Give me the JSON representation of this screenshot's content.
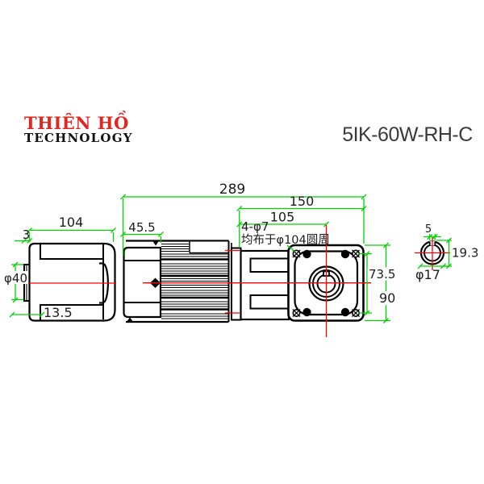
{
  "brand": {
    "line1": "THIÊN HỒ",
    "line2": "TECHNOLOGY"
  },
  "title": "5IK-60W-RH-C",
  "drawing": {
    "dims": {
      "overall_length": "289",
      "gearhead_length": "150",
      "shaft_center_offset": "105",
      "rear_housing_length": "45.5",
      "rear_view_width": "104",
      "rear_step": "3",
      "rear_boss_dia": "φ40",
      "rear_bottom_step": "13.5",
      "mount_holes": "4-φ7",
      "mount_note": "均布于φ104圆周",
      "bolt_spacing": "73.5",
      "face_height": "90",
      "key_width": "5",
      "shaft_key_height": "19.3",
      "shaft_dia": "φ17"
    },
    "colors": {
      "dimension_line": "#00d400",
      "centerline": "#ff0000",
      "outline": "#000000",
      "brand_red": "#e02822",
      "title_gray": "#3a3a3a"
    }
  }
}
